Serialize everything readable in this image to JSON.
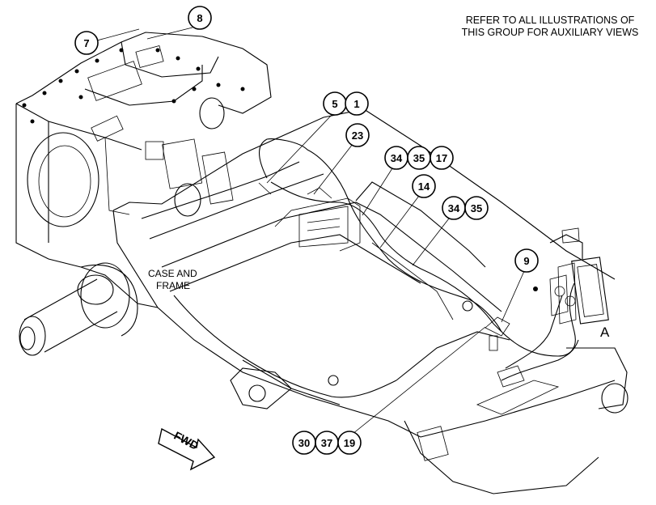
{
  "note": [
    "REFER TO ALL ILLUSTRATIONS OF",
    "THIS GROUP FOR AUXILIARY VIEWS"
  ],
  "frame_label": [
    "CASE AND",
    "FRAME"
  ],
  "fwd_label": "FWD",
  "view_label": "A",
  "callouts": [
    {
      "id": "c8",
      "text": "8"
    },
    {
      "id": "c7",
      "text": "7"
    },
    {
      "id": "c5",
      "text": "5"
    },
    {
      "id": "c1",
      "text": "1"
    },
    {
      "id": "c23",
      "text": "23"
    },
    {
      "id": "c34a",
      "text": "34"
    },
    {
      "id": "c35a",
      "text": "35"
    },
    {
      "id": "c17",
      "text": "17"
    },
    {
      "id": "c14",
      "text": "14"
    },
    {
      "id": "c34b",
      "text": "34"
    },
    {
      "id": "c35b",
      "text": "35"
    },
    {
      "id": "c9",
      "text": "9"
    },
    {
      "id": "c30",
      "text": "30"
    },
    {
      "id": "c37",
      "text": "37"
    },
    {
      "id": "c19",
      "text": "19"
    }
  ]
}
